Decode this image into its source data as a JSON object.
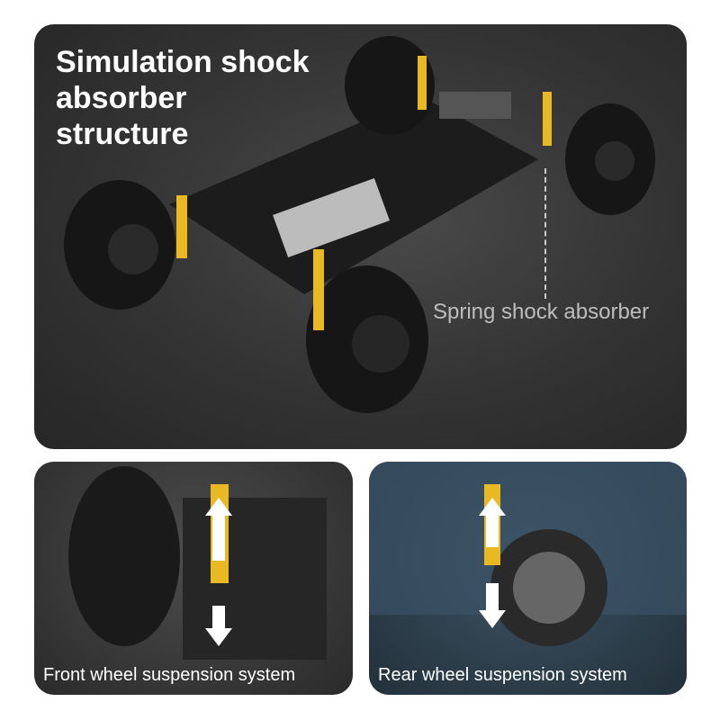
{
  "headline": {
    "lines": [
      "Simulation shock",
      "absorber",
      "structure"
    ]
  },
  "callout": "Spring shock absorber",
  "captions": {
    "front": "Front wheel suspension system",
    "rear": "Rear wheel suspension system"
  },
  "colors": {
    "accent_yellow": "#e8b923",
    "highlight_blue": "#5fb8e8"
  }
}
